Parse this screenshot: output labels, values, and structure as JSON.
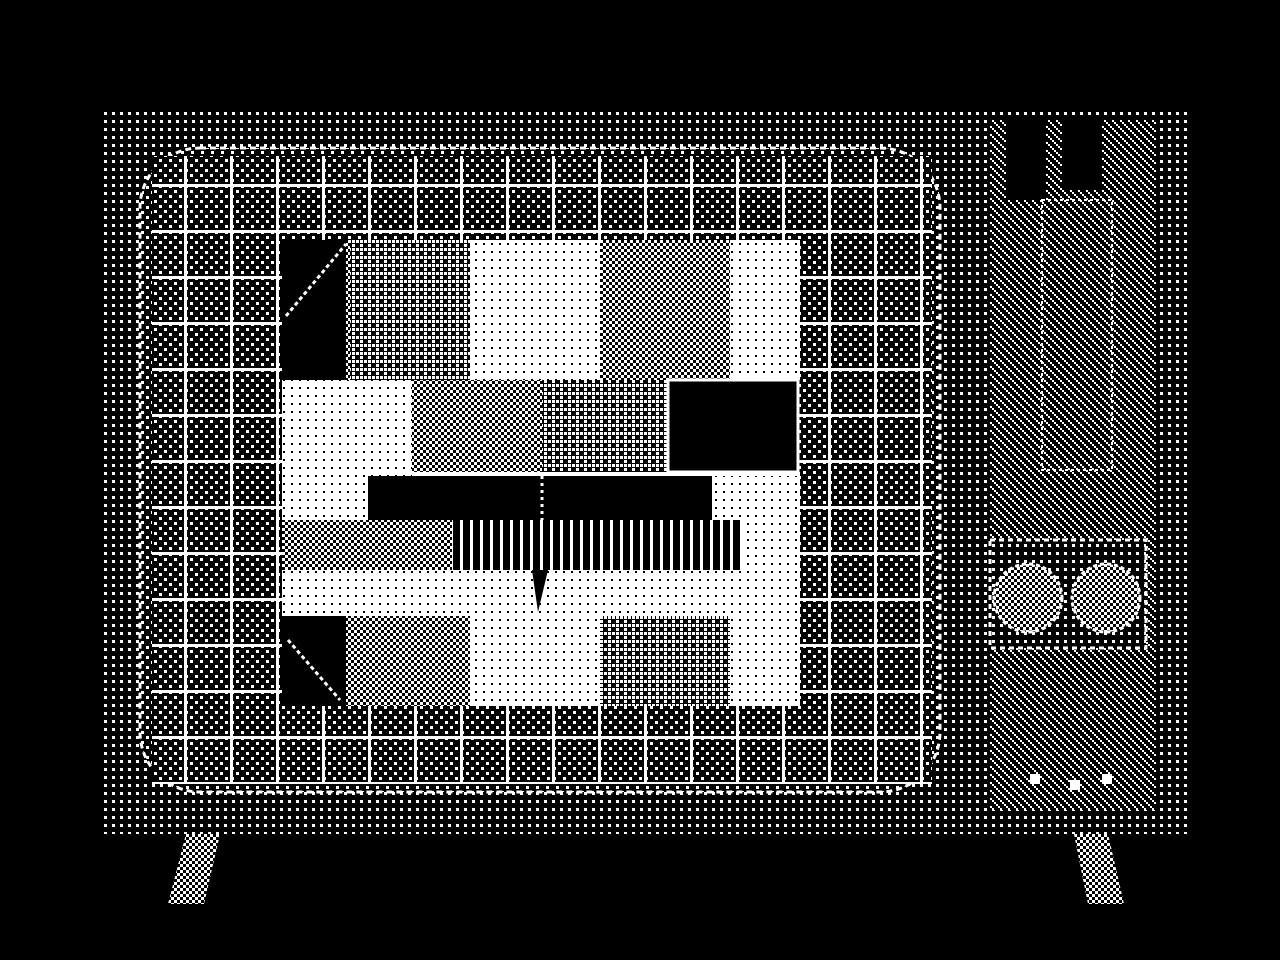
{
  "scene": {
    "subject": "television",
    "style": "1-bit dithered pixel art",
    "palette": {
      "background": "#000000",
      "foreground": "#ffffff"
    },
    "screen": {
      "content": "test pattern"
    },
    "side_panel": {
      "knobs": [
        "left-knob",
        "right-knob"
      ],
      "buttons": 3
    },
    "legs": 2,
    "icons": [
      "tv-icon",
      "knob-icon",
      "test-pattern-icon"
    ]
  }
}
